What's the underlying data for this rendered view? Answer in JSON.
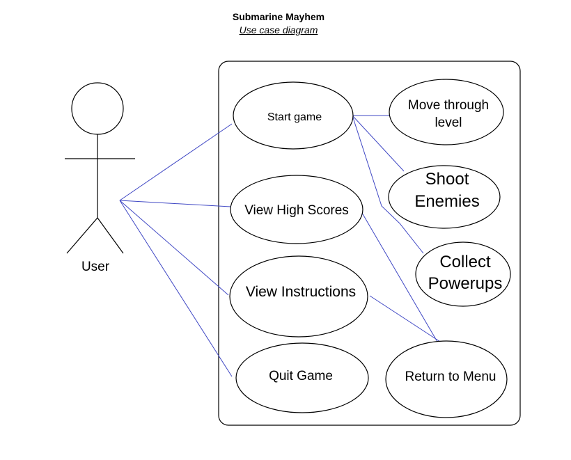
{
  "diagram": {
    "title": "Submarine Mayhem",
    "subtitle": "Use case diagram",
    "actor": {
      "label": "User"
    },
    "use_cases": {
      "start_game": {
        "line1": "Start game"
      },
      "view_high_scores": {
        "line1": "View High Scores"
      },
      "view_instructions": {
        "line1": "View Instructions"
      },
      "quit_game": {
        "line1": "Quit Game"
      },
      "move_through_level": {
        "line1": "Move through",
        "line2": "level"
      },
      "shoot_enemies": {
        "line1": "Shoot",
        "line2": "Enemies"
      },
      "collect_powerups": {
        "line1": "Collect",
        "line2": "Powerups"
      },
      "return_to_menu": {
        "line1": "Return to Menu"
      }
    },
    "colors": {
      "association_line": "#3f47c4",
      "outline": "#000000"
    }
  }
}
